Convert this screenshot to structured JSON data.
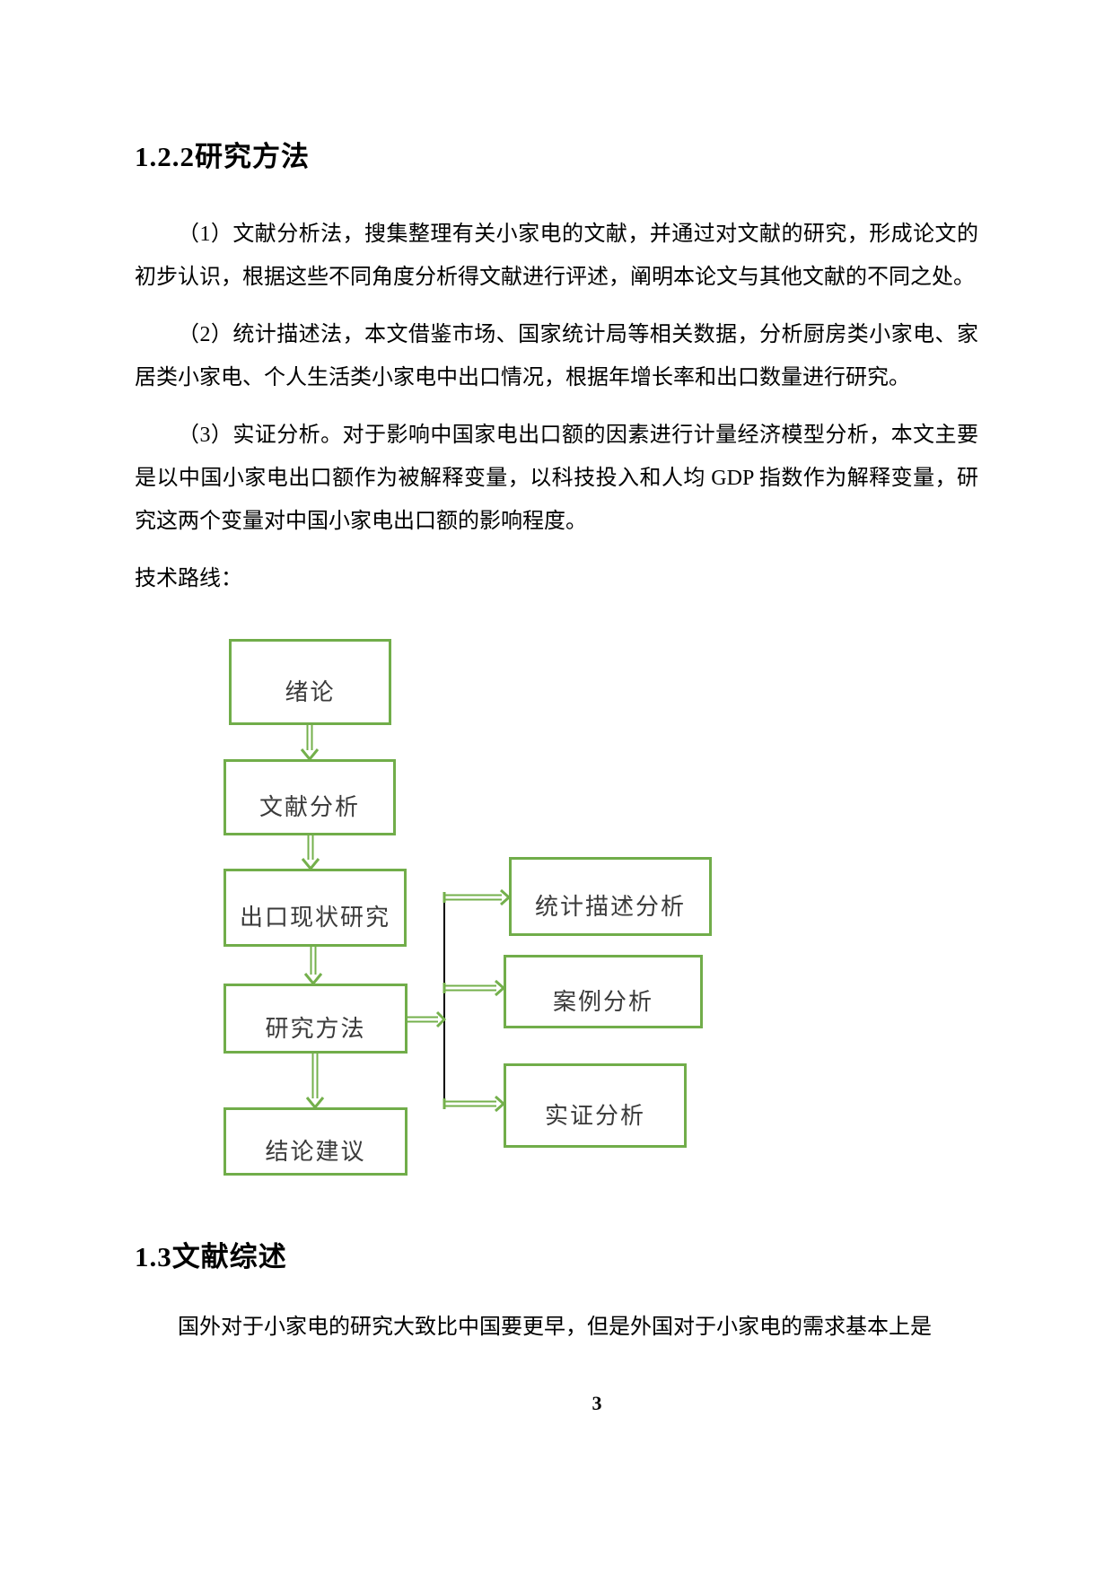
{
  "document": {
    "heading_research_methods": "1.2.2研究方法",
    "paragraph_1": "（1）文献分析法，搜集整理有关小家电的文献，并通过对文献的研究，形成论文的初步认识，根据这些不同角度分析得文献进行评述，阐明本论文与其他文献的不同之处。",
    "paragraph_2": "（2）统计描述法，本文借鉴市场、国家统计局等相关数据，分析厨房类小家电、家居类小家电、个人生活类小家电中出口情况，根据年增长率和出口数量进行研究。",
    "paragraph_3": "（3）实证分析。对于影响中国家电出口额的因素进行计量经济模型分析，本文主要是以中国小家电出口额作为被解释变量，以科技投入和人均 GDP 指数作为解释变量，研究这两个变量对中国小家电出口额的影响程度。",
    "tech_route_label": "技术路线：",
    "heading_literature_review": "1.3文献综述",
    "paragraph_literature_review": "国外对于小家电的研究大致比中国要更早，但是外国对于小家电的需求基本上是",
    "page_number": "3"
  },
  "flowchart": {
    "colors": {
      "box_border": "#71ad4a",
      "arrow": "#74b04c",
      "connector_line": "#000000"
    },
    "boxes": [
      {
        "id": "introduction",
        "label": "绪论"
      },
      {
        "id": "literature-analysis",
        "label": "文献分析"
      },
      {
        "id": "export-status-research",
        "label": "出口现状研究"
      },
      {
        "id": "research-methods",
        "label": "研究方法"
      },
      {
        "id": "conclusions-suggestions",
        "label": "结论建议"
      },
      {
        "id": "statistical-description-analysis",
        "label": "统计描述分析"
      },
      {
        "id": "case-analysis",
        "label": "案例分析"
      },
      {
        "id": "empirical-analysis",
        "label": "实证分析"
      }
    ]
  }
}
